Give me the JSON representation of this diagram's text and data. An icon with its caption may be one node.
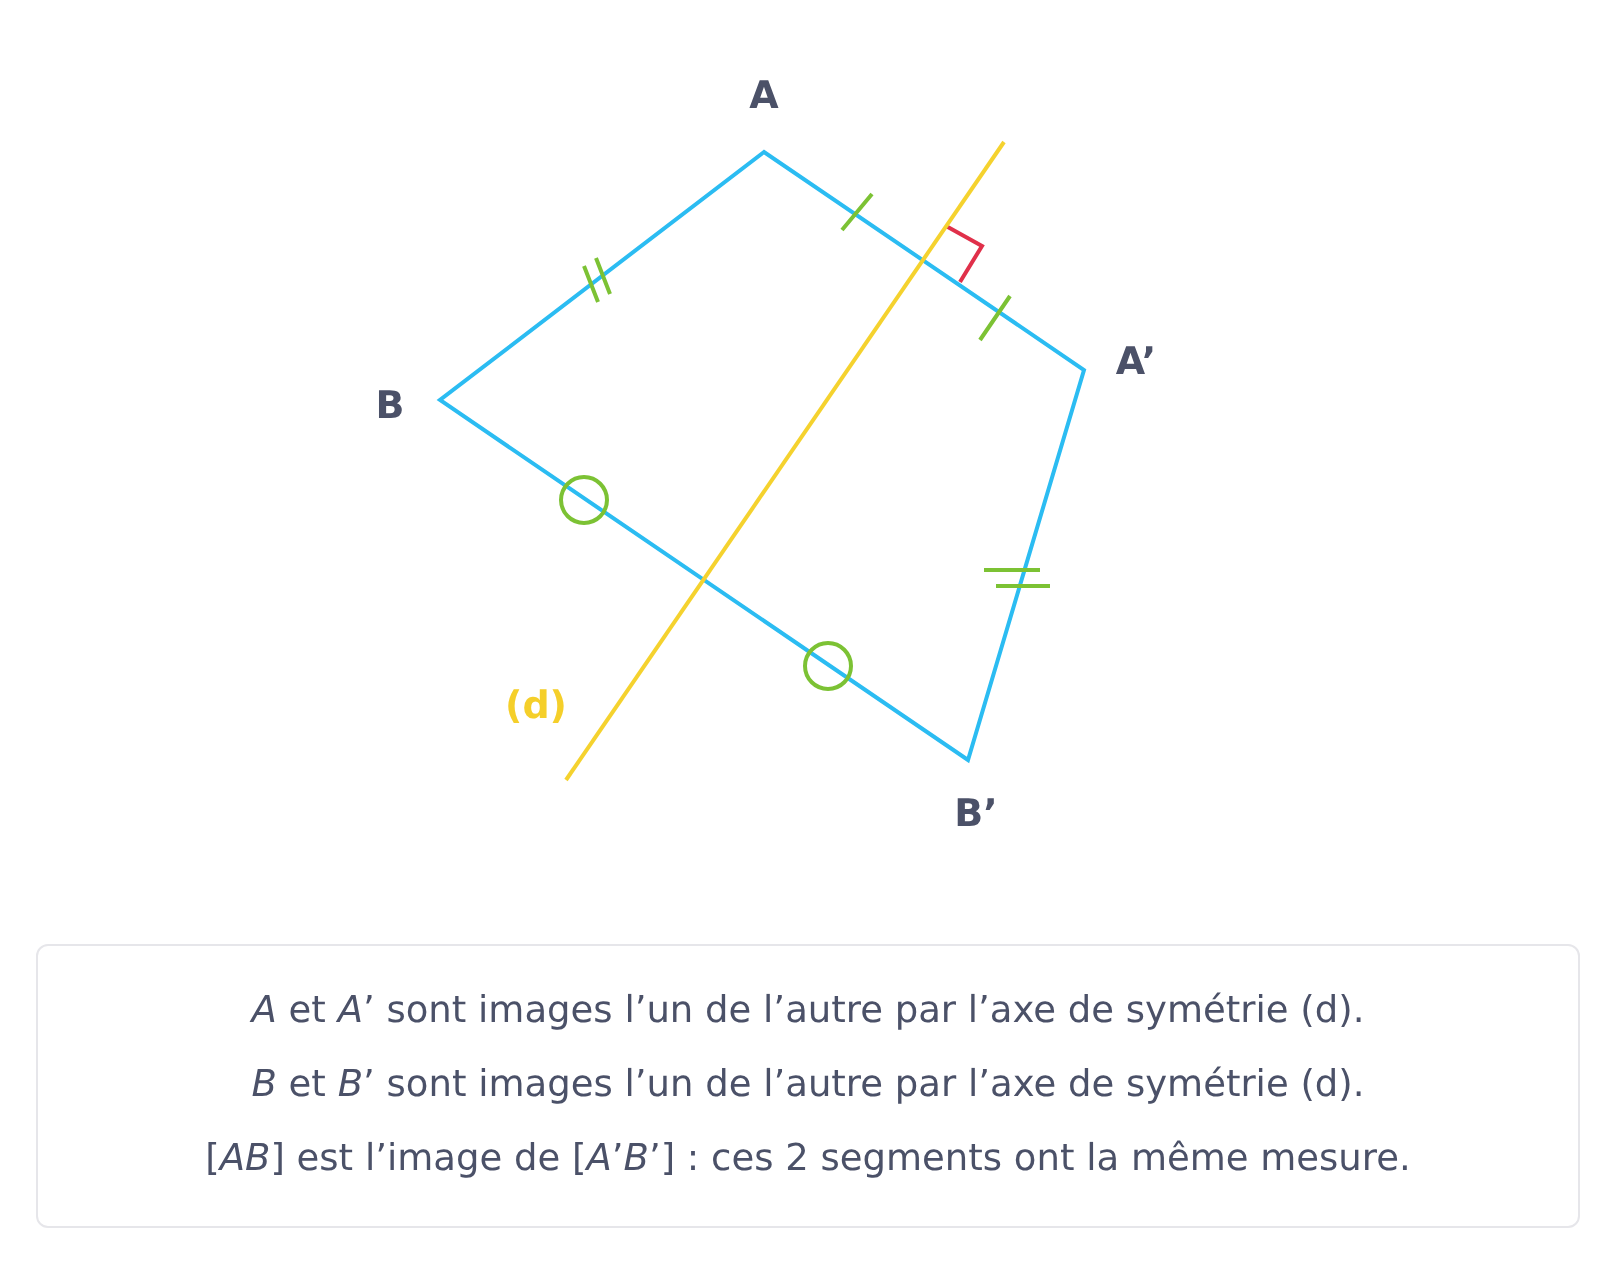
{
  "diagram": {
    "labels": [
      "A",
      "B",
      "A’",
      "B’",
      "(d)",
      "*A* et *A*’ sont images l’un de l’autre par l’axe de symétrie (d).",
      "*B* et *B*’ sont images l’un de l’autre par l’axe de symétrie (d).",
      "[*AB*] est l’image de [*A*’*B*’] : ces 2 segments ont la même mesure."
    ]
  }
}
